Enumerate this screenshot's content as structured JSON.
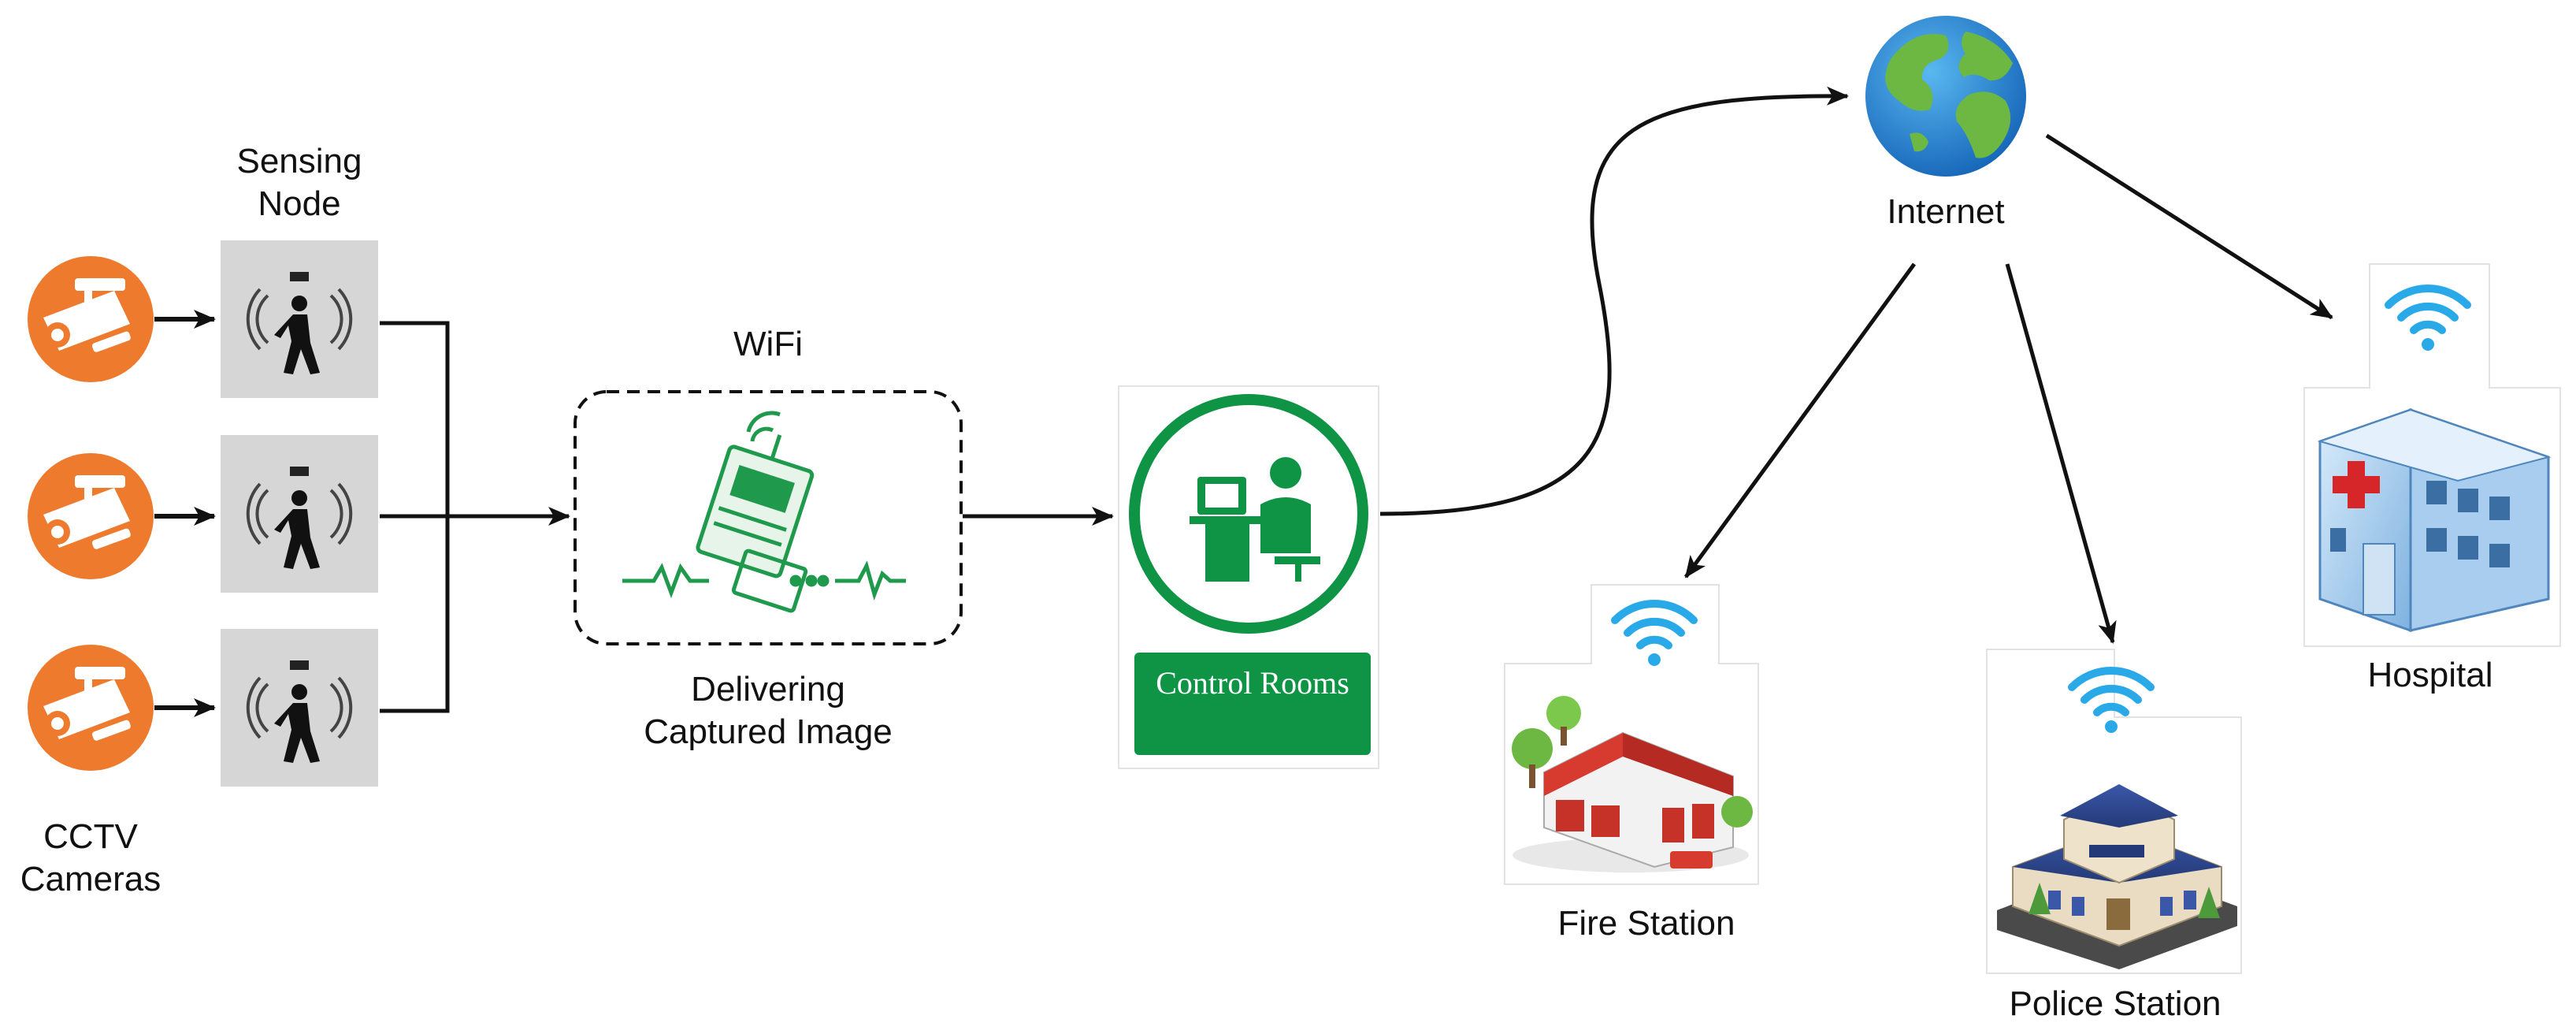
{
  "labels": {
    "sensing_node": "Sensing Node",
    "cctv_cameras": "CCTV Cameras",
    "wifi": "WiFi",
    "delivering": "Delivering Captured Image",
    "control_rooms": "Control Rooms",
    "internet": "Internet",
    "fire_station": "Fire Station",
    "police_station": "Police Station",
    "hospital": "Hospital"
  },
  "colors": {
    "camera_orange": "#ee7a2e",
    "control_green": "#0e9444",
    "wifi_blue": "#29a9e8",
    "arrow": "#111111",
    "sensor_bg": "#d6d6d6"
  },
  "icons": {
    "camera": "cctv-camera-icon",
    "sensor": "motion-sensor-icon",
    "device": "iot-device-icon",
    "control": "control-room-icon",
    "globe": "globe-icon",
    "wifi": "wifi-icon",
    "fire": "fire-station-icon",
    "police": "police-station-icon",
    "hospital": "hospital-icon"
  }
}
